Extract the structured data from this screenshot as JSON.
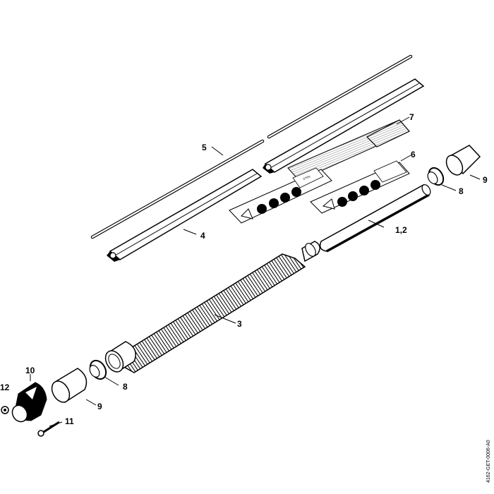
{
  "diagram": {
    "reference_code": "4162-GET-0006-A0",
    "label_brand": "STIHL",
    "parts": [
      {
        "id": "p1",
        "callout": "1,2"
      },
      {
        "id": "p3",
        "callout": "3"
      },
      {
        "id": "p4",
        "callout": "4"
      },
      {
        "id": "p5",
        "callout": "5"
      },
      {
        "id": "p6",
        "callout": "6"
      },
      {
        "id": "p7",
        "callout": "7"
      },
      {
        "id": "p8a",
        "callout": "8"
      },
      {
        "id": "p8b",
        "callout": "8"
      },
      {
        "id": "p9a",
        "callout": "9"
      },
      {
        "id": "p9b",
        "callout": "9"
      },
      {
        "id": "p10",
        "callout": "10"
      },
      {
        "id": "p11",
        "callout": "11"
      },
      {
        "id": "p12",
        "callout": "12"
      }
    ]
  }
}
